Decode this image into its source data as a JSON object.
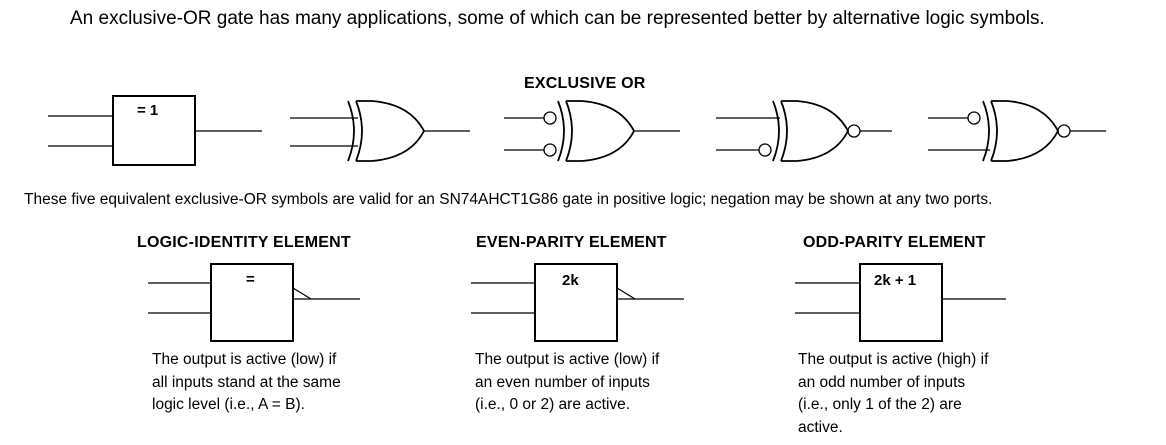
{
  "intro_text": "An exclusive-OR gate has many applications, some of which can be represented better by alternative logic symbols.",
  "exclusive_or_heading": "EXCLUSIVE OR",
  "symbol_labels": {
    "ieee_xor": "= 1",
    "logic_identity": "=",
    "even_parity": "2k",
    "odd_parity": "2k + 1"
  },
  "caption": "These five equivalent exclusive-OR symbols are valid for an SN74AHCT1G86 gate in positive logic; negation may be shown at any two ports.",
  "elements": [
    {
      "heading": "LOGIC-IDENTITY ELEMENT",
      "description_lines": [
        "The output is active (low) if",
        "all inputs stand at the same",
        "logic level (i.e., A = B)."
      ]
    },
    {
      "heading": "EVEN-PARITY ELEMENT",
      "description_lines": [
        "The output is active (low) if",
        "an even number of inputs",
        "(i.e., 0 or 2) are active."
      ]
    },
    {
      "heading": "ODD-PARITY ELEMENT",
      "description_lines": [
        "The output is active (high) if",
        "an odd number of inputs",
        "(i.e., only 1 of the 2) are",
        "active."
      ]
    }
  ]
}
